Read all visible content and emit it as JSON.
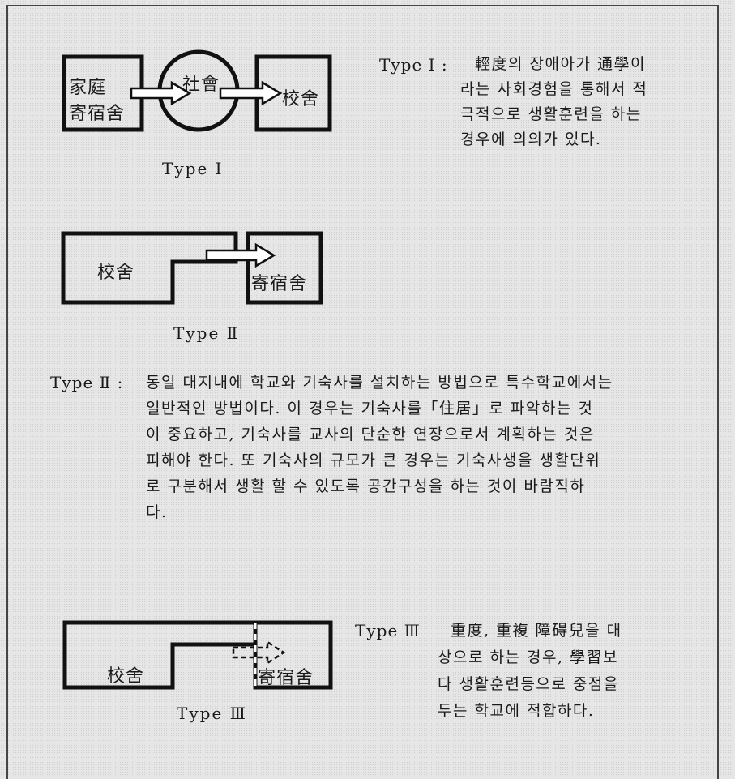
{
  "type1": {
    "box1_line1": "家庭",
    "box1_line2": "寄宿舍",
    "circle": "社會",
    "box2": "校舍",
    "caption": "Type Ⅰ",
    "desc_head": "Type Ⅰ :",
    "desc_lines": [
      "輕度의 장애아가 通學이",
      "라는 사회경험을 통해서 적",
      "극적으로 생활훈련을 하는",
      "경우에 의의가 있다."
    ]
  },
  "type2": {
    "box1": "校舍",
    "box2": "寄宿舍",
    "caption": "Type Ⅱ",
    "desc_head": "Type Ⅱ :",
    "desc_lines": [
      "동일 대지내에 학교와 기숙사를 설치하는 방법으로 특수학교에서는",
      "일반적인 방법이다. 이 경우는 기숙사를「住居」로 파악하는 것",
      "이 중요하고, 기숙사를 교사의 단순한 연장으로서 계획하는 것은",
      "피해야 한다. 또 기숙사의 규모가 큰 경우는 기숙사생을 생활단위",
      "로 구분해서 생활 할 수 있도록 공간구성을 하는 것이 바람직하",
      "다."
    ]
  },
  "type3": {
    "box1": "校舍",
    "box2": "寄宿舍",
    "caption": "Type Ⅲ",
    "desc_head": "Type Ⅲ",
    "desc_lines": [
      "重度, 重複 障碍兒을 대",
      "상으로 하는 경우, 學習보",
      "다 생활훈련등으로 중점을",
      "두는 학교에 적합하다."
    ]
  }
}
